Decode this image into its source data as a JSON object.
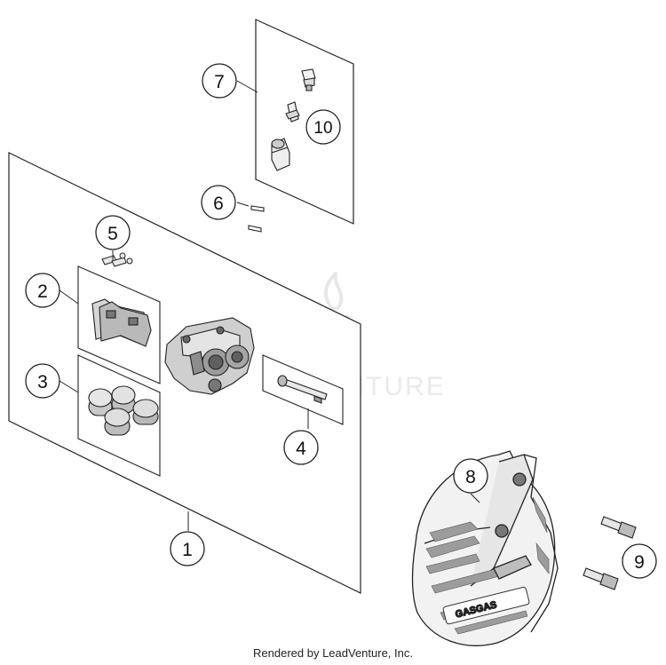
{
  "diagram": {
    "callouts": [
      {
        "id": "1",
        "label": "1"
      },
      {
        "id": "2",
        "label": "2"
      },
      {
        "id": "3",
        "label": "3"
      },
      {
        "id": "4",
        "label": "4"
      },
      {
        "id": "5",
        "label": "5"
      },
      {
        "id": "6",
        "label": "6"
      },
      {
        "id": "7",
        "label": "7"
      },
      {
        "id": "8",
        "label": "8"
      },
      {
        "id": "9",
        "label": "9"
      },
      {
        "id": "10",
        "label": "10"
      }
    ],
    "brand_mark": "GASGAS",
    "line_color": "#222222"
  },
  "watermark": {
    "text": "LEADVENTURE"
  },
  "footer": {
    "text": "Rendered by LeadVenture, Inc."
  }
}
